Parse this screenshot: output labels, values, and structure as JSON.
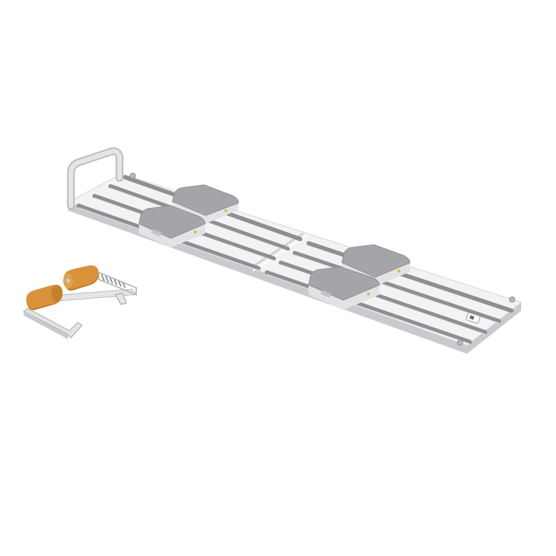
{
  "image": {
    "subject": "pilates-reformer-board-with-foot-bar-accessory",
    "background_color": "#ffffff"
  },
  "colors": {
    "frame_light": "#f3f3f4",
    "frame_mid": "#dedfe1",
    "frame_edge": "#c9cacd",
    "rail_dark": "#8e8f93",
    "rail_mid": "#b9babd",
    "pad_top": "#9fa0a3",
    "pad_side": "#e2e3e5",
    "handle_metal": "#e4e5e7",
    "handle_shadow": "#b8b9bc",
    "foam_orange": "#d8933a",
    "foam_shadow": "#a86a22",
    "accent_yellow": "#e2b23a"
  },
  "components": {
    "board_sections": 2,
    "sliding_pads": 4,
    "detached_accessory": "foot-bar-with-foam-rollers"
  }
}
